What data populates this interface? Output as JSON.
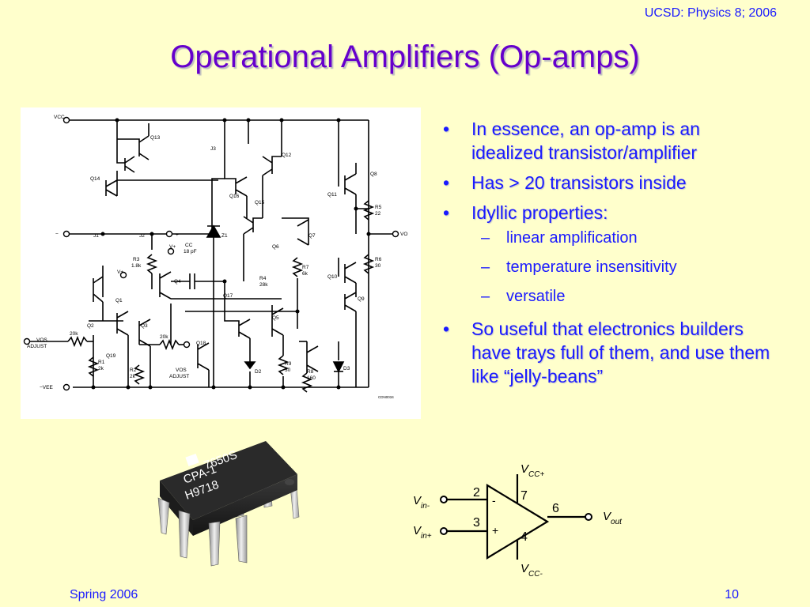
{
  "header": {
    "course": "UCSD: Physics 8; 2006"
  },
  "title": "Operational Amplifiers (Op-amps)",
  "bullets": [
    {
      "text": "In essence, an op-amp is an idealized transistor/amplifier"
    },
    {
      "text": "Has > 20 transistors inside"
    },
    {
      "text": "Idyllic properties:",
      "sub": [
        "linear amplification",
        "temperature insensitivity",
        "versatile"
      ]
    },
    {
      "text": "So useful that electronics builders have trays full of them, and use them like “jelly-beans”"
    }
  ],
  "schematic": {
    "labels": {
      "vcc": "VCC",
      "vee": "−VEE",
      "vos_adjust": "VOS",
      "adjust": "ADJUST",
      "vos_adjust2": "VOS",
      "adjust2": "ADJUST",
      "vout": "VO",
      "minus": "−",
      "plus": "+",
      "v_plus": "V+",
      "cc": "CC",
      "cc_val": "18 pF",
      "q13": "Q13",
      "q14": "Q14",
      "q12": "Q12",
      "q16": "Q16",
      "q15": "Q15",
      "q11": "Q11",
      "q8": "Q8",
      "q7": "Q7",
      "q6": "Q6",
      "q10": "Q10",
      "q9": "Q9",
      "q1": "Q1",
      "q2": "Q2",
      "q3": "Q3",
      "q4": "Q4",
      "q5": "Q5",
      "q17": "Q17",
      "q18": "Q18",
      "q19": "Q19",
      "j1": "J1",
      "j2": "J2",
      "j3": "J3",
      "z1": "Z1",
      "d2": "D2",
      "d3": "D3",
      "r1": "R1",
      "r1v": "2k",
      "r2": "R2",
      "r2v": "2k",
      "r3": "R3",
      "r3v": "1.8k",
      "r4": "R4",
      "r4v": "28k",
      "r5": "R5",
      "r5v": "22",
      "r6": "R6",
      "r6v": "30",
      "r7": "R7",
      "r7v": "6k",
      "r8": "R8",
      "r8v": "160",
      "r9": "R9",
      "r9v": "30",
      "r20k": "20k",
      "r20k2": "20k",
      "code": "CDN0034"
    }
  },
  "chip": {
    "line1": "7650S",
    "line2": "CPA-1",
    "line3": "H9718"
  },
  "opamp": {
    "vcc_plus": "V",
    "vcc_plus_sub": "CC+",
    "vcc_minus": "V",
    "vcc_minus_sub": "CC-",
    "vin_minus": "V",
    "vin_minus_sub": "in-",
    "vin_plus": "V",
    "vin_plus_sub": "in+",
    "vout": "V",
    "vout_sub": "out",
    "pin2": "2",
    "pin3": "3",
    "pin4": "4",
    "pin6": "6",
    "pin7": "7",
    "minus_sign": "-",
    "plus_sign": "+"
  },
  "footer": {
    "left": "Spring 2006",
    "right": "10"
  }
}
